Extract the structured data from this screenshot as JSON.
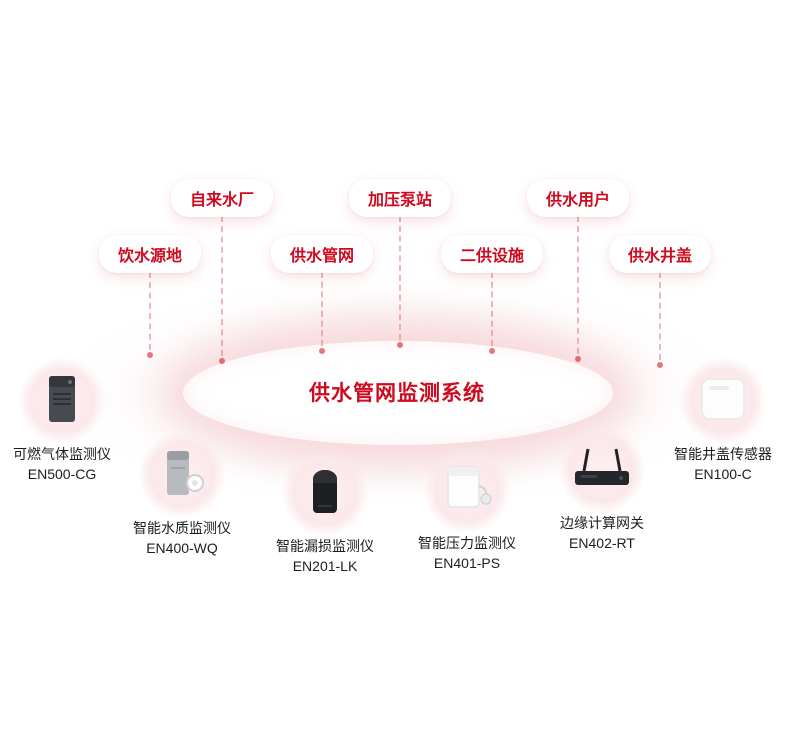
{
  "title": "供水管网监测系统",
  "scene_labels": [
    {
      "text": "饮水源地"
    },
    {
      "text": "自来水厂"
    },
    {
      "text": "供水管网"
    },
    {
      "text": "加压泵站"
    },
    {
      "text": "二供设施"
    },
    {
      "text": "供水用户"
    },
    {
      "text": "供水井盖"
    }
  ],
  "devices": [
    {
      "name": "可燃气体监测仪",
      "model": "EN500-CG",
      "icon": "gas-detector-icon"
    },
    {
      "name": "智能水质监测仪",
      "model": "EN400-WQ",
      "icon": "water-quality-monitor-icon"
    },
    {
      "name": "智能漏损监测仪",
      "model": "EN201-LK",
      "icon": "leak-monitor-icon"
    },
    {
      "name": "智能压力监测仪",
      "model": "EN401-PS",
      "icon": "pressure-monitor-icon"
    },
    {
      "name": "边缘计算网关",
      "model": "EN402-RT",
      "icon": "edge-gateway-icon"
    },
    {
      "name": "智能井盖传感器",
      "model": "EN100-C",
      "icon": "manhole-sensor-icon"
    }
  ],
  "colors": {
    "accent_red": "#cf0a1e",
    "soft_pink": "#fbe8ea",
    "text_dark": "#1d1d1f"
  }
}
